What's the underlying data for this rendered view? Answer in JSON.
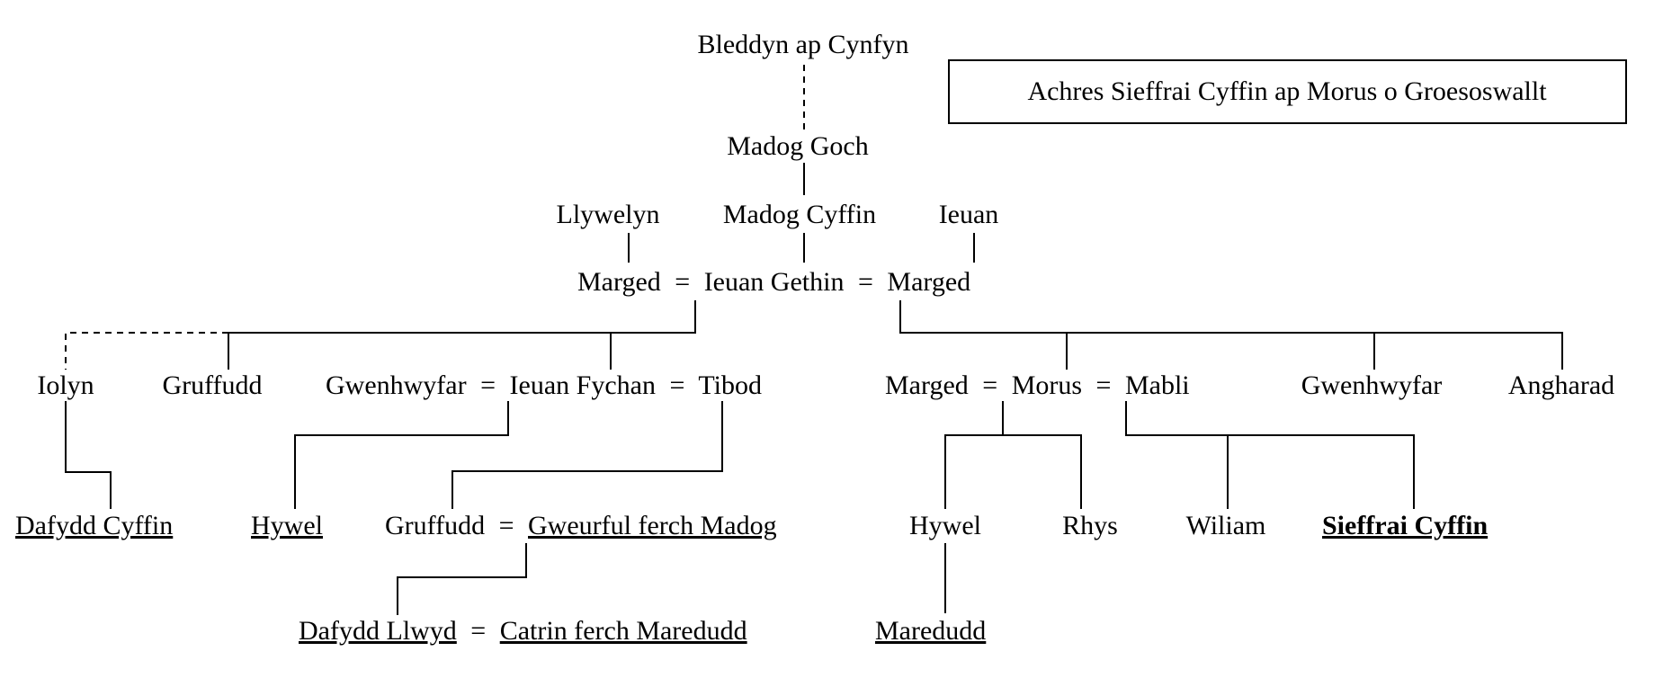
{
  "title": "Achres Sieffrai Cyffin ap Morus o Groesoswallt",
  "people": {
    "bleddyn": "Bleddyn ap Cynfyn",
    "madog_goch": "Madog Goch",
    "llywelyn": "Llywelyn",
    "madog_cyffin": "Madog Cyffin",
    "ieuan_top": "Ieuan",
    "marged_1": "Marged",
    "ieuan_gethin": "Ieuan Gethin",
    "marged_2": "Marged",
    "iolyn": "Iolyn",
    "gruffudd_1": "Gruffudd",
    "gwenhwyfar_1": "Gwenhwyfar",
    "ieuan_fychan": "Ieuan Fychan",
    "tibod": "Tibod",
    "marged_3": "Marged",
    "morus": "Morus",
    "mabli": "Mabli",
    "gwenhwyfar_2": "Gwenhwyfar",
    "angharad": "Angharad",
    "dafydd_cyffin": "Dafydd Cyffin",
    "hywel_1": "Hywel",
    "gruffudd_2": "Gruffudd",
    "gweurful": "Gweurful ferch Madog",
    "hywel_2": "Hywel",
    "rhys": "Rhys",
    "wiliam": "Wiliam",
    "sieffrai": "Sieffrai Cyffin",
    "dafydd_llwyd": "Dafydd Llwyd",
    "catrin": "Catrin ferch Maredudd",
    "maredudd": "Maredudd"
  },
  "marriage_symbol": "=",
  "colors": {
    "line": "#000000",
    "text": "#000000",
    "background": "#ffffff"
  }
}
